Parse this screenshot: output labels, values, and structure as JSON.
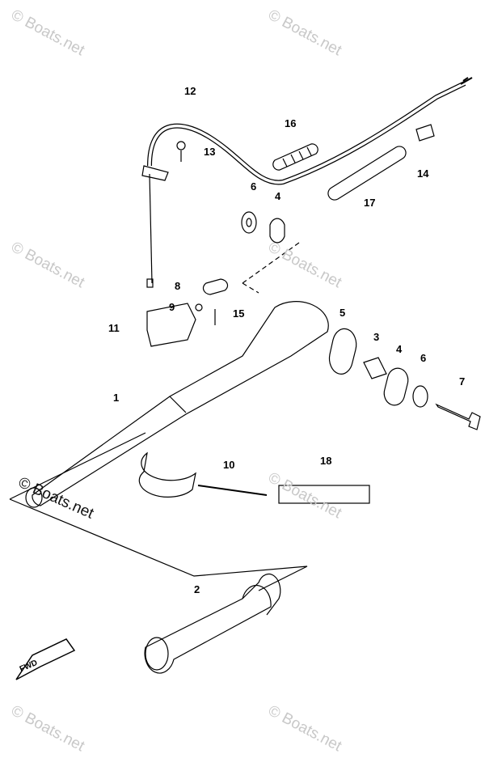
{
  "callouts": [
    {
      "id": "1",
      "label": "1"
    },
    {
      "id": "2",
      "label": "2"
    },
    {
      "id": "3",
      "label": "3"
    },
    {
      "id": "4a",
      "label": "4"
    },
    {
      "id": "4b",
      "label": "4"
    },
    {
      "id": "5",
      "label": "5"
    },
    {
      "id": "6a",
      "label": "6"
    },
    {
      "id": "6b",
      "label": "6"
    },
    {
      "id": "7",
      "label": "7"
    },
    {
      "id": "8",
      "label": "8"
    },
    {
      "id": "9",
      "label": "9"
    },
    {
      "id": "10",
      "label": "10"
    },
    {
      "id": "11",
      "label": "11"
    },
    {
      "id": "12",
      "label": "12"
    },
    {
      "id": "13",
      "label": "13"
    },
    {
      "id": "14",
      "label": "14"
    },
    {
      "id": "15",
      "label": "15"
    },
    {
      "id": "16",
      "label": "16"
    },
    {
      "id": "17",
      "label": "17"
    },
    {
      "id": "18",
      "label": "18"
    }
  ],
  "watermark": "© Boats.net",
  "fwd_label": "FWD"
}
